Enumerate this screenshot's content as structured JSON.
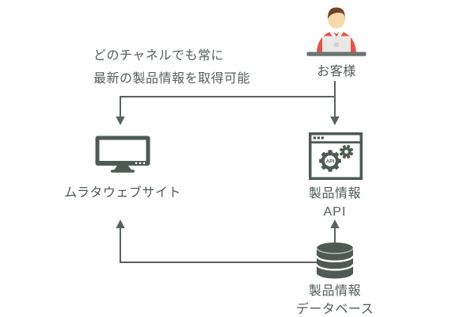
{
  "diagram": {
    "annotation": {
      "line1": "どのチャネルでも常に",
      "line2": "最新の製品情報を取得可能"
    },
    "nodes": {
      "customer": {
        "label": "お客様",
        "icon": "person-at-laptop-icon"
      },
      "website": {
        "label": "ムラタウェブサイト",
        "icon": "monitor-icon"
      },
      "api": {
        "label_line1": "製品情報",
        "label_line2": "API",
        "icon": "browser-gears-icon",
        "icon_text": "API"
      },
      "database": {
        "label_line1": "製品情報",
        "label_line2": "データベース",
        "icon": "database-icon"
      }
    },
    "edges": [
      {
        "from": "customer",
        "to": "website"
      },
      {
        "from": "customer",
        "to": "api"
      },
      {
        "from": "database",
        "to": "api"
      },
      {
        "from": "database",
        "to": "website"
      }
    ],
    "colors": {
      "icon_dark": "#4e5a54",
      "connector_line": "#5a625d",
      "text": "#56605a",
      "accent_red": "#ea5149",
      "skin": "#f6d9ad",
      "hair": "#6f4523",
      "laptop": "#e9e8e6",
      "desk": "#6c756f"
    }
  }
}
